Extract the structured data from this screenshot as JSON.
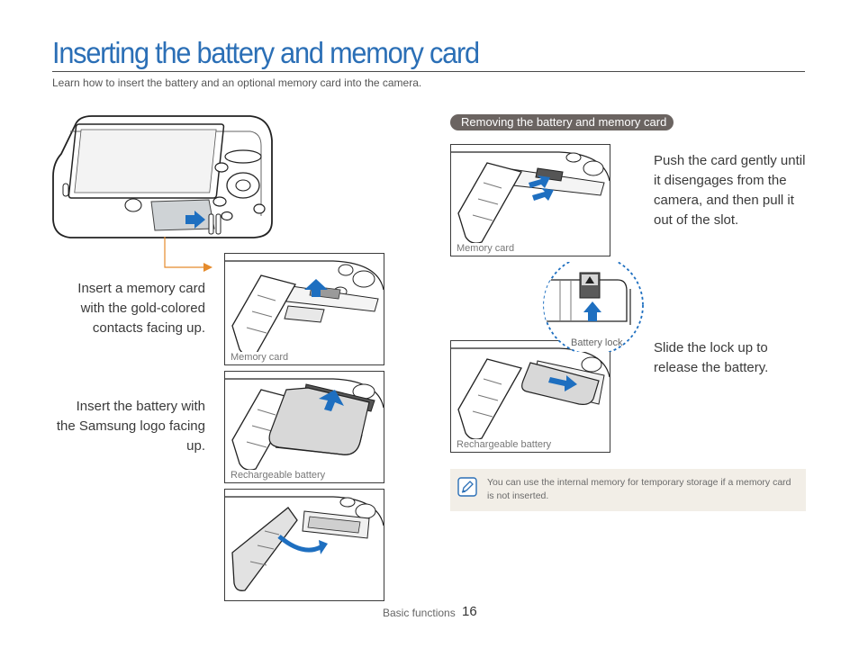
{
  "title": "Inserting the battery and memory card",
  "intro": "Learn how to insert the battery and an optional memory card into the camera.",
  "insert": {
    "card_caption": "Insert a memory card with the gold-colored contacts facing up.",
    "battery_caption": "Insert the battery with the Samsung logo facing up.",
    "fig_memory_label": "Memory card",
    "fig_battery_label": "Rechargeable battery"
  },
  "remove": {
    "section_title": "Removing the battery and memory card",
    "card_caption": "Push the card gently until it disengages from the camera, and then pull it out of the slot.",
    "fig_memory_label": "Memory card",
    "lock_label": "Battery lock",
    "battery_caption": "Slide the lock up to release the battery.",
    "fig_battery_label": "Rechargeable battery"
  },
  "note": {
    "text": "You can use the internal memory for temporary storage if a memory card is not inserted.",
    "icon": "note-pencil-icon"
  },
  "footer": {
    "section": "Basic functions",
    "page": "16"
  },
  "colors": {
    "title_blue": "#2b6fb6",
    "arrow_blue": "#1e6fc0",
    "leader_orange": "#e58b2c",
    "pill_gray": "#6b6461",
    "note_bg": "#f2eee7"
  }
}
